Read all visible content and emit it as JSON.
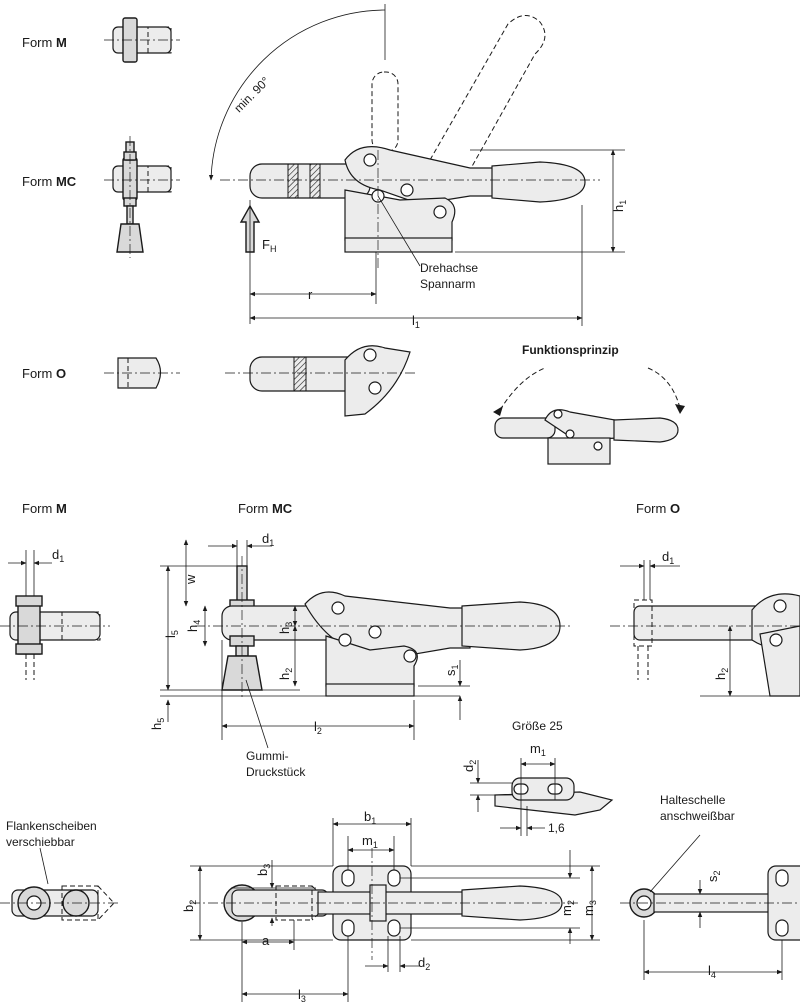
{
  "forms": {
    "m_prefix": "Form ",
    "m_bold": "M",
    "mc_prefix": "Form ",
    "mc_bold": "MC",
    "o_prefix": "Form ",
    "o_bold": "O"
  },
  "top": {
    "angle": "min. 90°",
    "force": "F",
    "force_sub": "H",
    "pivot_line1": "Drehachse",
    "pivot_line2": "Spannarm",
    "r": "r",
    "l1": "l",
    "l1_sub": "1",
    "h1": "h",
    "h1_sub": "1",
    "principle_title": "Funktionsprinzip"
  },
  "middle": {
    "d1": "d",
    "d1_sub": "1",
    "w": "w",
    "l5": "l",
    "l5_sub": "5",
    "h4": "h",
    "h4_sub": "4",
    "h3": "h",
    "h3_sub": "3",
    "h2": "h",
    "h2_sub": "2",
    "s1": "s",
    "s1_sub": "1",
    "h5": "h",
    "h5_sub": "5",
    "l2": "l",
    "l2_sub": "2",
    "rubber_line1": "Gummi-",
    "rubber_line2": "Druckstück"
  },
  "size25": {
    "title": "Größe 25",
    "d2": "d",
    "d2_sub": "2",
    "m1": "m",
    "m1_sub": "1",
    "thickness": "1,6"
  },
  "bottom": {
    "flank_line1": "Flankenscheiben",
    "flank_line2": "verschiebbar",
    "b1": "b",
    "b1_sub": "1",
    "m1": "m",
    "m1_sub": "1",
    "b3": "b",
    "b3_sub": "3",
    "b2": "b",
    "b2_sub": "2",
    "m2": "m",
    "m2_sub": "2",
    "m3": "m",
    "m3_sub": "3",
    "a": "a",
    "d2": "d",
    "d2_sub": "2",
    "l3": "l",
    "l3_sub": "3",
    "clamp_line1": "Halteschelle",
    "clamp_line2": "anschweißbar",
    "s2": "s",
    "s2_sub": "2",
    "l4": "l",
    "l4_sub": "4"
  }
}
